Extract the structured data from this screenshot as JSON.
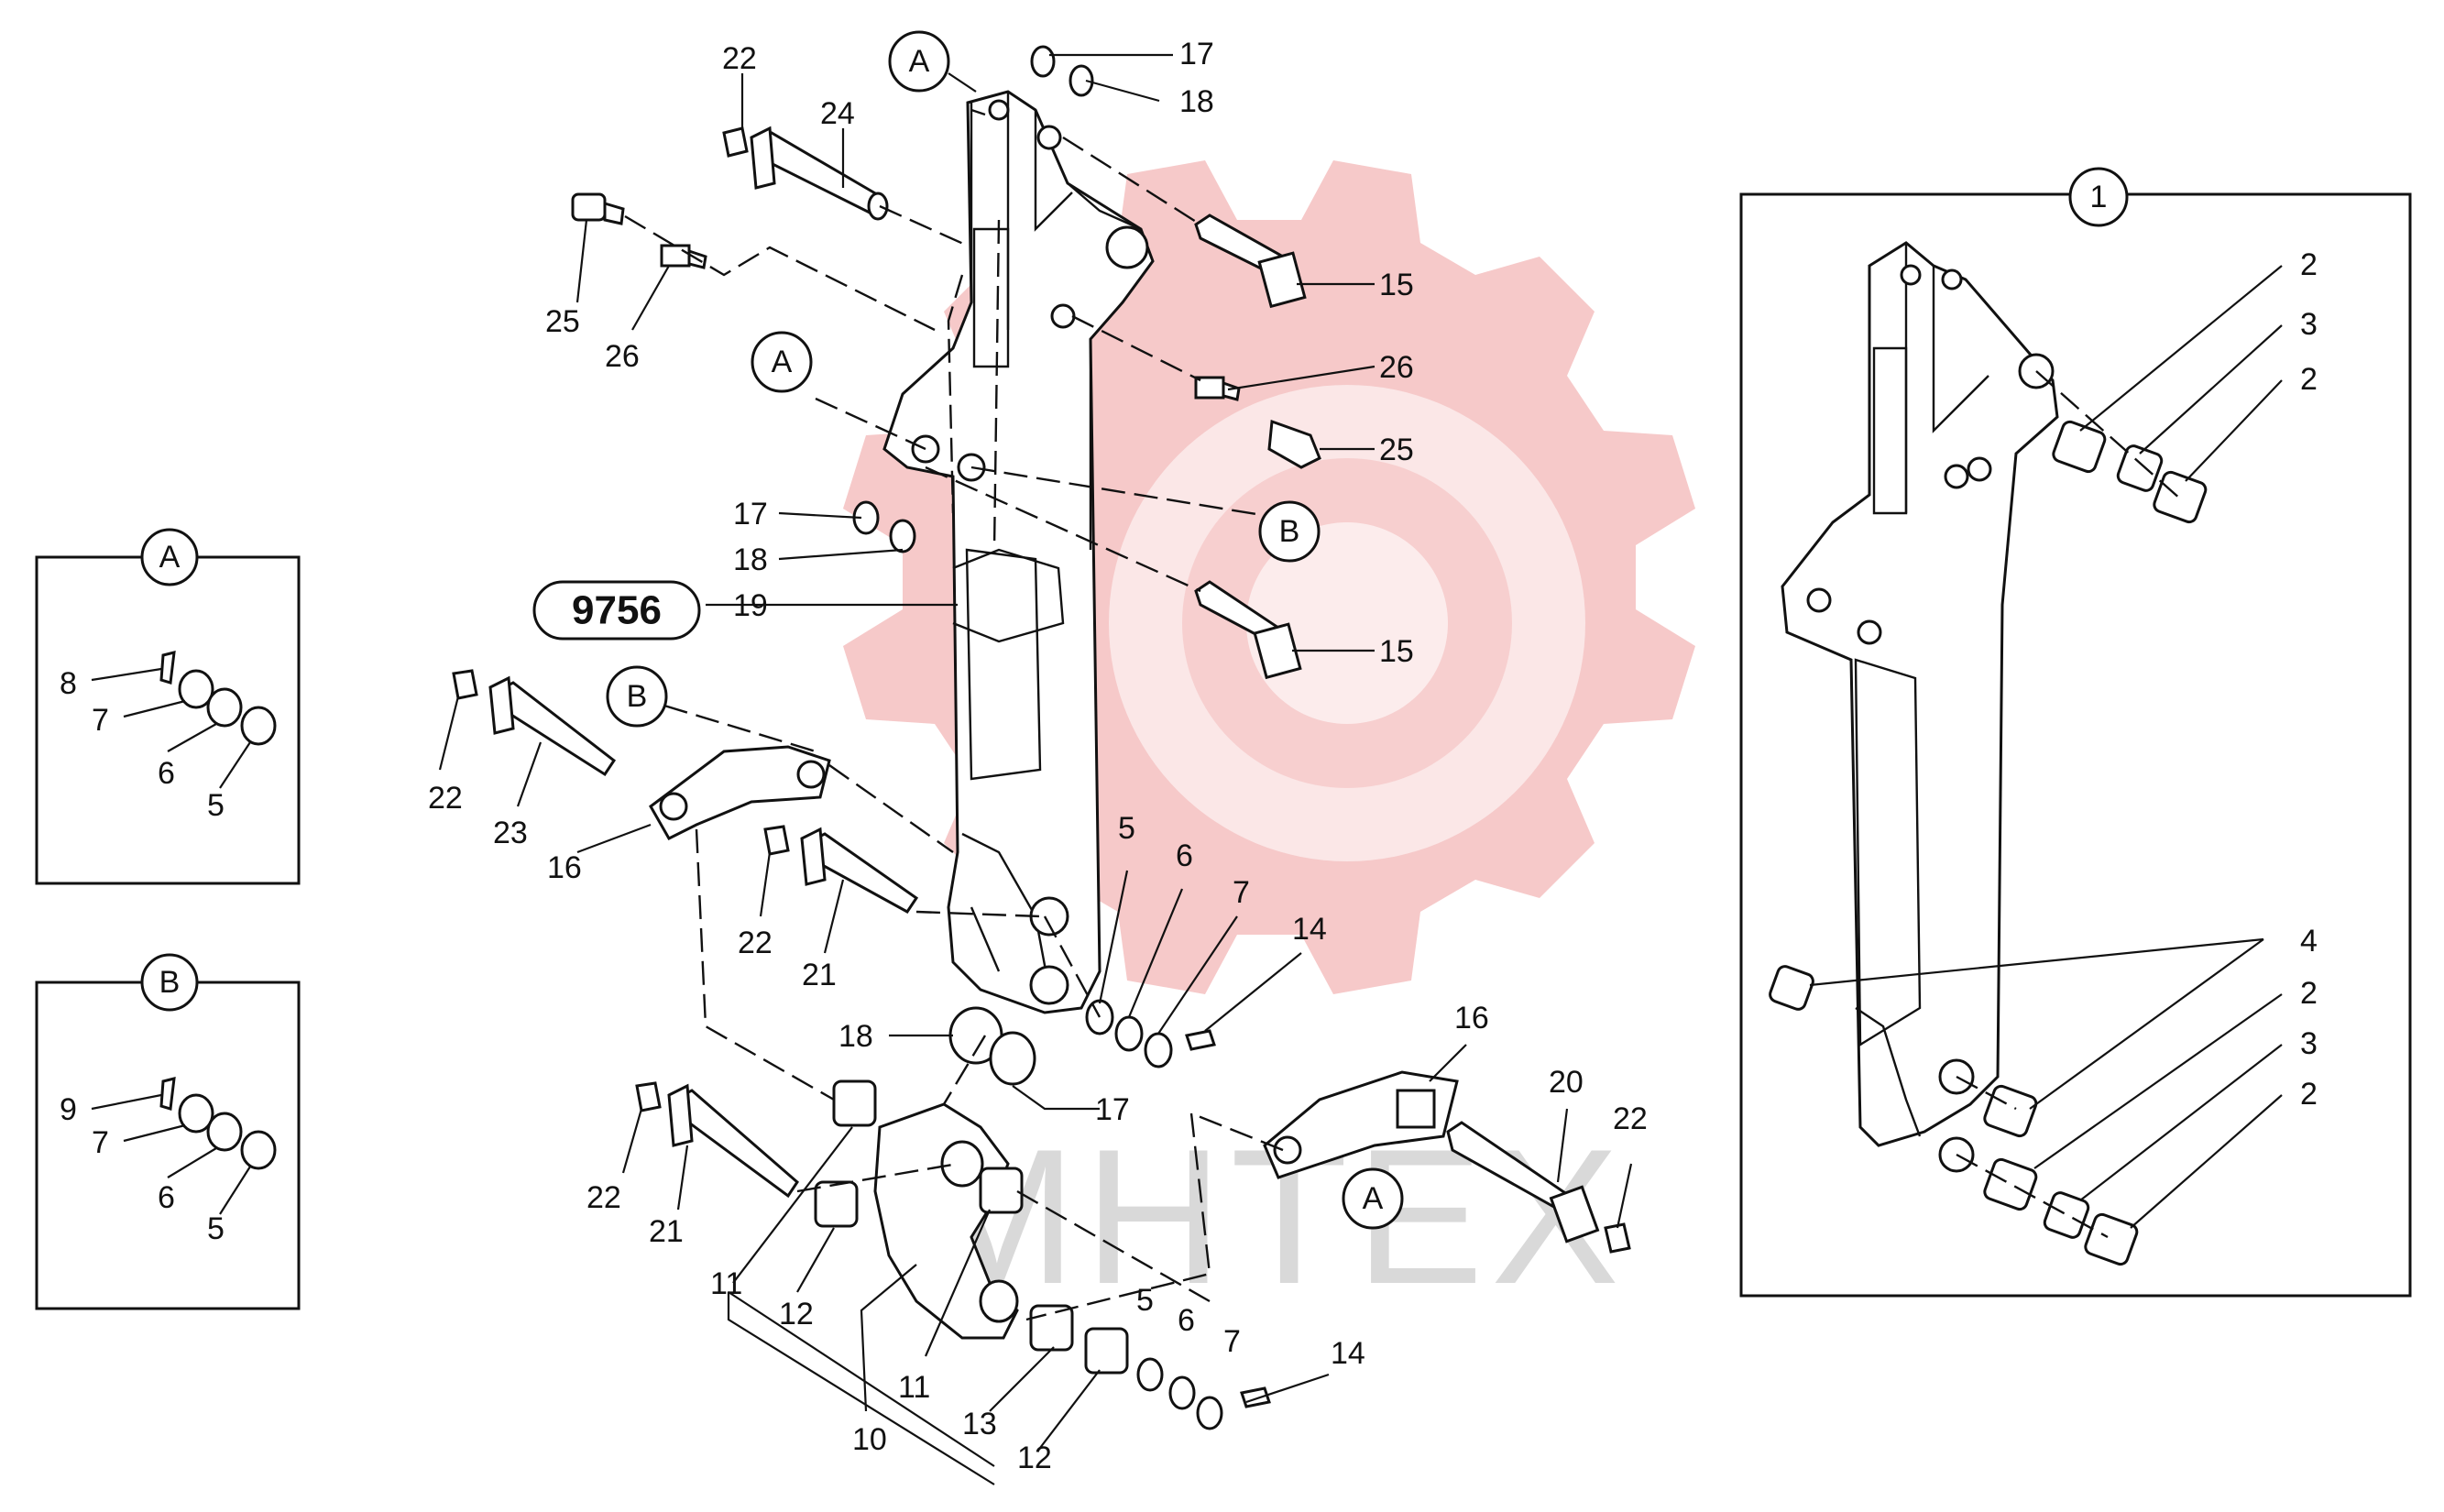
{
  "watermark": {
    "text": "MHTEX",
    "gear_color": "#f6c9c9",
    "text_color": "#d9d9d9"
  },
  "reference_code": "9756",
  "detail_views": {
    "A": {
      "title": "A",
      "parts": [
        "8",
        "7",
        "6",
        "5"
      ]
    },
    "B": {
      "title": "B",
      "parts": [
        "9",
        "7",
        "6",
        "5"
      ]
    },
    "one": {
      "title": "1",
      "parts": [
        "2",
        "3",
        "2",
        "4",
        "2",
        "3",
        "2"
      ]
    }
  },
  "callouts": {
    "A_top": "A",
    "A_mid": "A",
    "A_low": "A",
    "B_mid": "B",
    "B_left": "B"
  },
  "part_numbers": [
    "22",
    "24",
    "17",
    "18",
    "25",
    "26",
    "15",
    "26",
    "25",
    "17",
    "18",
    "19",
    "15",
    "22",
    "23",
    "16",
    "22",
    "21",
    "5",
    "6",
    "7",
    "14",
    "18",
    "17",
    "16",
    "20",
    "22",
    "22",
    "21",
    "11",
    "12",
    "11",
    "10",
    "13",
    "12",
    "5",
    "6",
    "7",
    "14"
  ],
  "mechanical_parts": [
    "dipper-arm",
    "pivot-pin",
    "grease-nipple",
    "retainer-bolt",
    "link-arm",
    "bucket-link",
    "bushing",
    "washer",
    "split-pin"
  ]
}
